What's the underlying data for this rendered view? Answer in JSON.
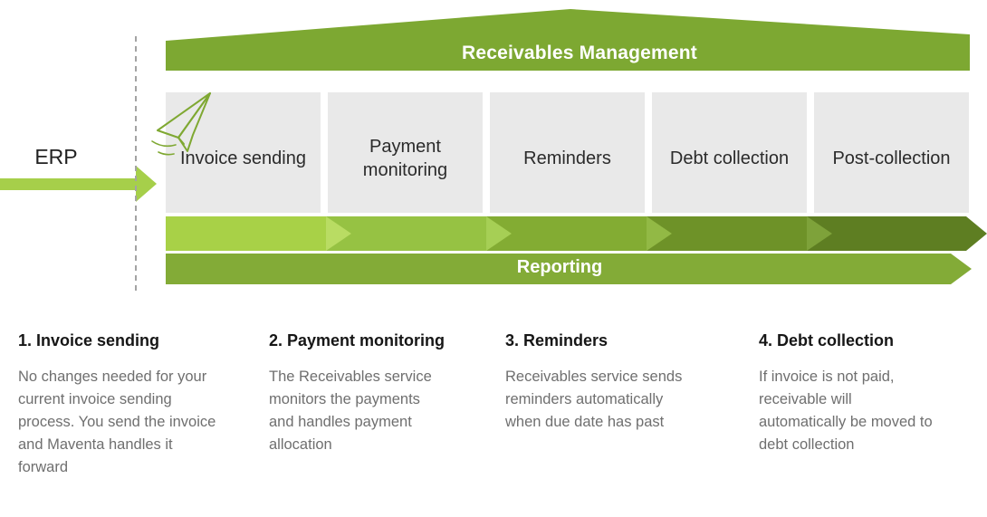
{
  "colors": {
    "banner": "#7da832",
    "reporting": "#83ab37",
    "erp_arrow": "#a6cf4a",
    "segments": [
      "#a8d147",
      "#96c243",
      "#83ac33",
      "#6e9228",
      "#5e7e22"
    ],
    "chevrons": [
      "#b9dc63",
      "#a6cf55",
      "#92b945",
      "#7ea23a"
    ],
    "stage_box_bg": "#e9e9e9",
    "dashed_line": "#a3a3a3",
    "plane_stroke": "#7fa832",
    "banner_text": "#ffffff",
    "stage_text": "#2b2b2b",
    "heading_text": "#161616",
    "body_text": "#6f6f6f"
  },
  "erp": {
    "label": "ERP"
  },
  "banner": {
    "title": "Receivables Management"
  },
  "stages": [
    {
      "label": "Invoice sending"
    },
    {
      "label": "Payment\nmonitoring"
    },
    {
      "label": "Reminders"
    },
    {
      "label": "Debt collection"
    },
    {
      "label": "Post-collection"
    }
  ],
  "reporting": {
    "label": "Reporting"
  },
  "steps": [
    {
      "heading": "1. Invoice sending",
      "body": "No changes needed for your\ncurrent invoice sending\nprocess. You send the invoice\nand Maventa handles it\nforward"
    },
    {
      "heading": "2. Payment monitoring",
      "body": "The Receivables service\nmonitors the payments\nand handles payment\nallocation"
    },
    {
      "heading": "3. Reminders",
      "body": "Receivables service sends\nreminders automatically\nwhen due date has past"
    },
    {
      "heading": "4. Debt collection",
      "body": "If invoice is not paid,\nreceivable will\nautomatically be moved to\ndebt collection"
    }
  ]
}
